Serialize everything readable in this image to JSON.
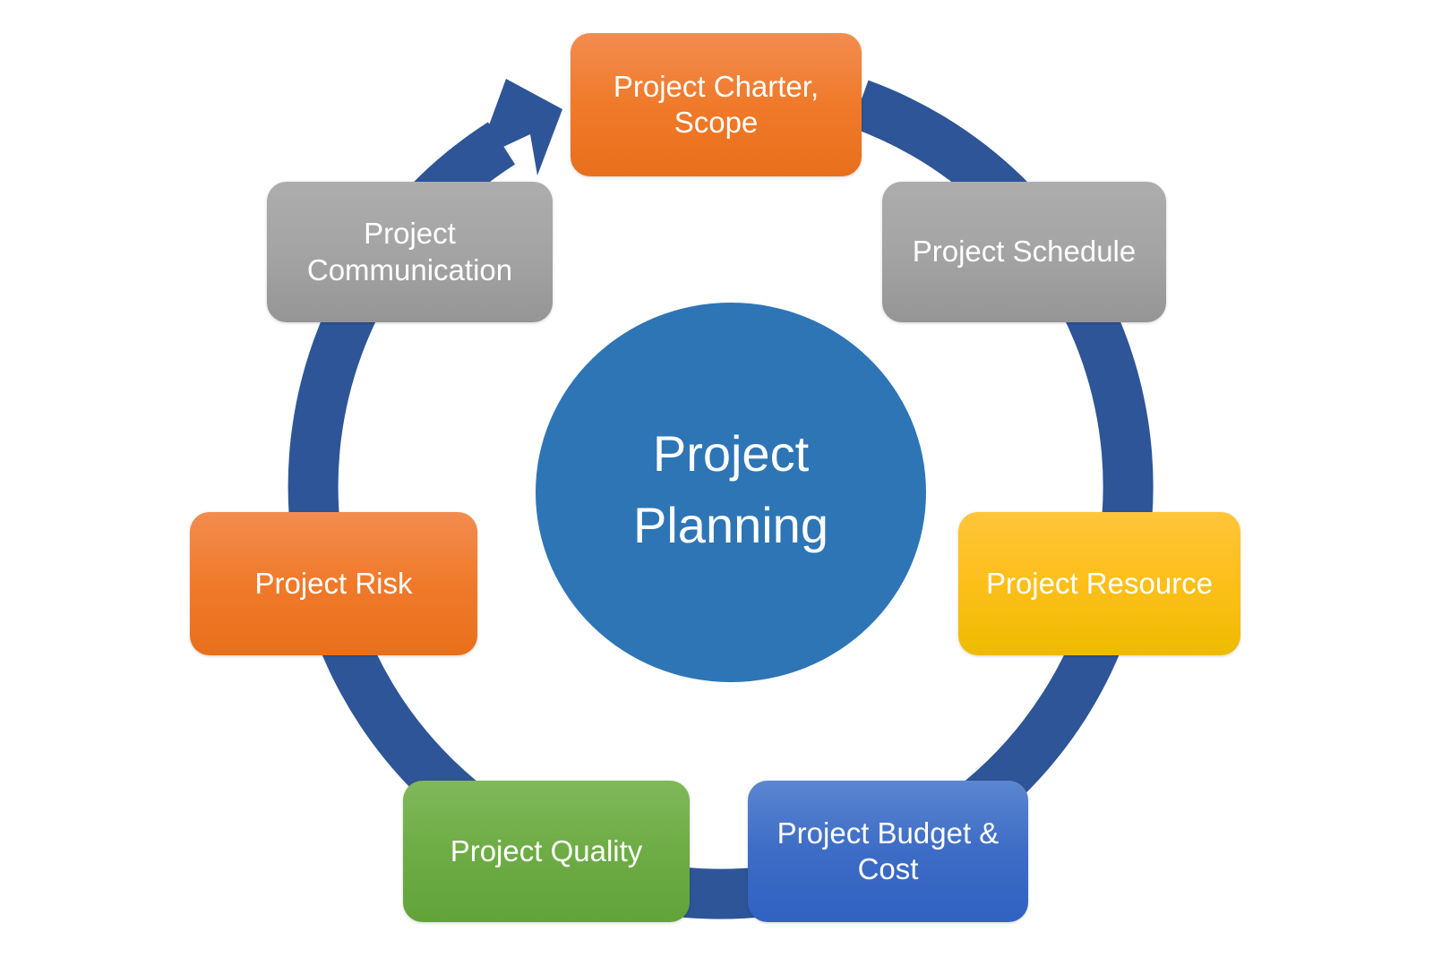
{
  "diagram": {
    "type": "cycle",
    "center": {
      "label": "Project\nPlanning",
      "color": "#2e75b6"
    },
    "ring": {
      "color": "#2e5597",
      "direction": "clockwise",
      "arrow_target": "Project Charter, Scope"
    },
    "nodes": [
      {
        "id": "charter",
        "label": "Project Charter,\nScope",
        "color": "#f07a2a"
      },
      {
        "id": "schedule",
        "label": "Project Schedule",
        "color": "#a5a5a5"
      },
      {
        "id": "resource",
        "label": "Project Resource",
        "color": "#fdbf1a"
      },
      {
        "id": "budget",
        "label": "Project Budget &\nCost",
        "color": "#3d6cc6"
      },
      {
        "id": "quality",
        "label": "Project Quality",
        "color": "#6eac45"
      },
      {
        "id": "risk",
        "label": "Project Risk",
        "color": "#f07a2a"
      },
      {
        "id": "communication",
        "label": "Project\nCommunication",
        "color": "#a5a5a5"
      }
    ]
  }
}
